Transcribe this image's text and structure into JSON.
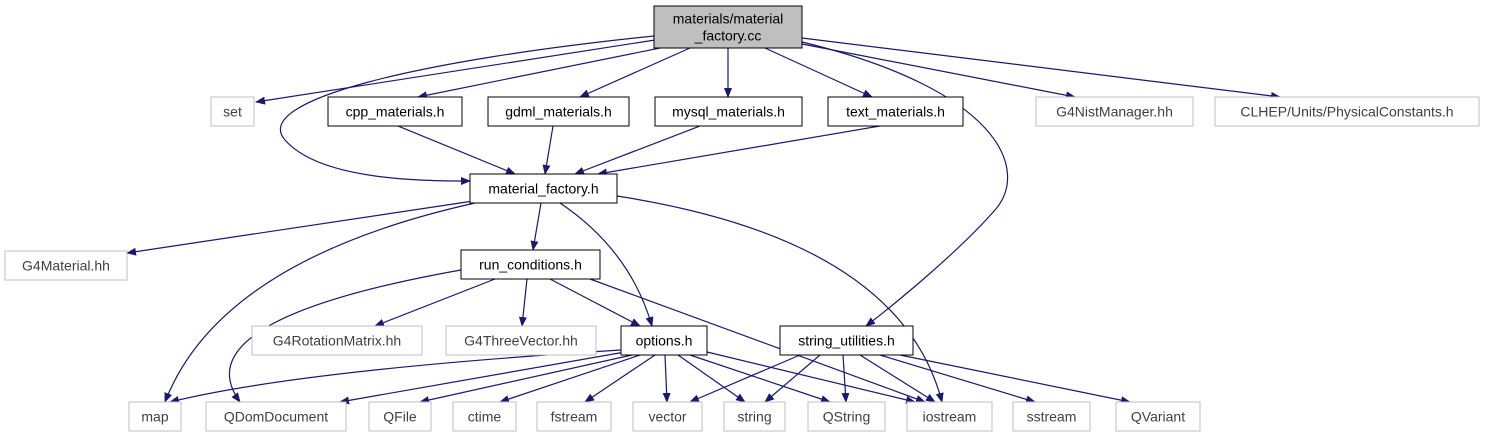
{
  "diagram": {
    "colors": {
      "edge": "#191970",
      "root_fill": "#bfbfbf",
      "internal_border": "#000000",
      "external_border": "#bfbfbf",
      "text_internal": "#000000",
      "text_external": "#404040"
    },
    "nodes": [
      {
        "id": "root",
        "label": [
          "materials/material",
          "_factory.cc"
        ],
        "kind": "root"
      },
      {
        "id": "set",
        "label": [
          "set"
        ],
        "kind": "external"
      },
      {
        "id": "cpp",
        "label": [
          "cpp_materials.h"
        ],
        "kind": "internal"
      },
      {
        "id": "gdml",
        "label": [
          "gdml_materials.h"
        ],
        "kind": "internal"
      },
      {
        "id": "mysql",
        "label": [
          "mysql_materials.h"
        ],
        "kind": "internal"
      },
      {
        "id": "text",
        "label": [
          "text_materials.h"
        ],
        "kind": "internal"
      },
      {
        "id": "nist",
        "label": [
          "G4NistManager.hh"
        ],
        "kind": "external"
      },
      {
        "id": "clhep",
        "label": [
          "CLHEP/Units/PhysicalConstants.h"
        ],
        "kind": "external"
      },
      {
        "id": "mf",
        "label": [
          "material_factory.h"
        ],
        "kind": "internal"
      },
      {
        "id": "g4mat",
        "label": [
          "G4Material.hh"
        ],
        "kind": "external"
      },
      {
        "id": "run",
        "label": [
          "run_conditions.h"
        ],
        "kind": "internal"
      },
      {
        "id": "g4rot",
        "label": [
          "G4RotationMatrix.hh"
        ],
        "kind": "external"
      },
      {
        "id": "g4three",
        "label": [
          "G4ThreeVector.hh"
        ],
        "kind": "external"
      },
      {
        "id": "options",
        "label": [
          "options.h"
        ],
        "kind": "internal"
      },
      {
        "id": "strutil",
        "label": [
          "string_utilities.h"
        ],
        "kind": "internal"
      },
      {
        "id": "map",
        "label": [
          "map"
        ],
        "kind": "external"
      },
      {
        "id": "qdom",
        "label": [
          "QDomDocument"
        ],
        "kind": "external"
      },
      {
        "id": "qfile",
        "label": [
          "QFile"
        ],
        "kind": "external"
      },
      {
        "id": "ctime",
        "label": [
          "ctime"
        ],
        "kind": "external"
      },
      {
        "id": "fstream",
        "label": [
          "fstream"
        ],
        "kind": "external"
      },
      {
        "id": "vector",
        "label": [
          "vector"
        ],
        "kind": "external"
      },
      {
        "id": "string",
        "label": [
          "string"
        ],
        "kind": "external"
      },
      {
        "id": "qstring",
        "label": [
          "QString"
        ],
        "kind": "external"
      },
      {
        "id": "iostream",
        "label": [
          "iostream"
        ],
        "kind": "external"
      },
      {
        "id": "sstream",
        "label": [
          "sstream"
        ],
        "kind": "external"
      },
      {
        "id": "qvariant",
        "label": [
          "QVariant"
        ],
        "kind": "external"
      }
    ],
    "edges": [
      [
        "root",
        "set"
      ],
      [
        "root",
        "cpp"
      ],
      [
        "root",
        "gdml"
      ],
      [
        "root",
        "mysql"
      ],
      [
        "root",
        "text"
      ],
      [
        "root",
        "nist"
      ],
      [
        "root",
        "clhep"
      ],
      [
        "root",
        "mf"
      ],
      [
        "root",
        "strutil"
      ],
      [
        "cpp",
        "mf"
      ],
      [
        "gdml",
        "mf"
      ],
      [
        "mysql",
        "mf"
      ],
      [
        "text",
        "mf"
      ],
      [
        "mf",
        "g4mat"
      ],
      [
        "mf",
        "run"
      ],
      [
        "mf",
        "options"
      ],
      [
        "mf",
        "map"
      ],
      [
        "mf",
        "iostream"
      ],
      [
        "run",
        "g4rot"
      ],
      [
        "run",
        "g4three"
      ],
      [
        "run",
        "options"
      ],
      [
        "run",
        "qdom"
      ],
      [
        "run",
        "iostream"
      ],
      [
        "options",
        "map"
      ],
      [
        "options",
        "qdom"
      ],
      [
        "options",
        "qfile"
      ],
      [
        "options",
        "ctime"
      ],
      [
        "options",
        "fstream"
      ],
      [
        "options",
        "vector"
      ],
      [
        "options",
        "string"
      ],
      [
        "options",
        "qstring"
      ],
      [
        "options",
        "iostream"
      ],
      [
        "strutil",
        "vector"
      ],
      [
        "strutil",
        "string"
      ],
      [
        "strutil",
        "qstring"
      ],
      [
        "strutil",
        "iostream"
      ],
      [
        "strutil",
        "sstream"
      ],
      [
        "strutil",
        "qvariant"
      ]
    ]
  }
}
